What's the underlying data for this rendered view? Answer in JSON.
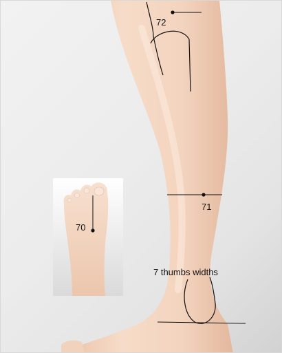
{
  "labels": {
    "point_72": "72",
    "point_71": "71",
    "point_70": "70",
    "measure": "7 thumbs widths"
  },
  "colors": {
    "skin": "#f3d6c1",
    "skin_shadow": "#e3b99f",
    "line": "#111111",
    "background": "#ececec"
  }
}
